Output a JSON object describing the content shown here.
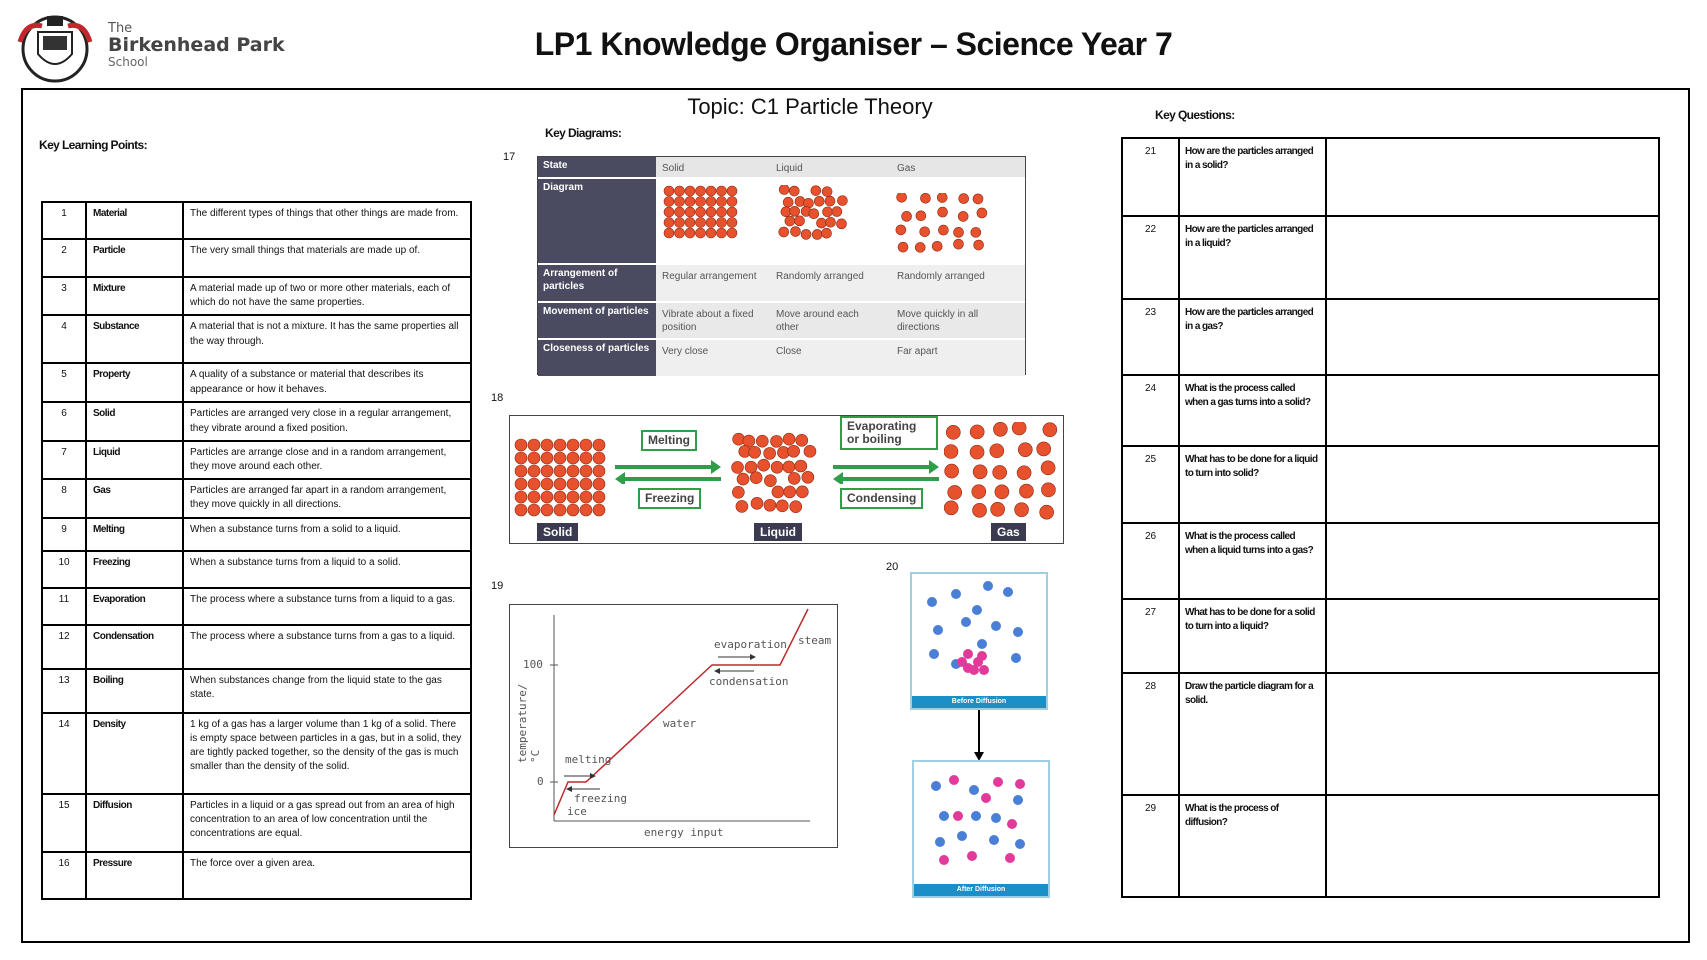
{
  "school": {
    "line1": "The",
    "line2": "Birkenhead Park",
    "line3": "School"
  },
  "page_title": "LP1 Knowledge Organiser – Science Year 7",
  "topic": "Topic: C1 Particle Theory",
  "key_learning": {
    "heading": "Key Learning Points:",
    "rows": [
      {
        "n": "1",
        "term": "Material",
        "def": "The different types of things that other things are made from."
      },
      {
        "n": "2",
        "term": "Particle",
        "def": "The very small things that materials are made up of."
      },
      {
        "n": "3",
        "term": "Mixture",
        "def": "A material made up of two or more other materials, each of which do not have the same properties."
      },
      {
        "n": "4",
        "term": "Substance",
        "def": "A material that is not a mixture. It has the same properties all the way through."
      },
      {
        "n": "5",
        "term": "Property",
        "def": "A quality of a substance or material that describes its appearance or how it behaves."
      },
      {
        "n": "6",
        "term": "Solid",
        "def": "Particles are arranged very close in a regular arrangement, they vibrate around a fixed position."
      },
      {
        "n": "7",
        "term": "Liquid",
        "def": "Particles are arrange close and in a random arrangement, they move around each other."
      },
      {
        "n": "8",
        "term": "Gas",
        "def": "Particles are arranged far apart in a random arrangement, they move quickly in all directions."
      },
      {
        "n": "9",
        "term": "Melting",
        "def": "When a substance turns from a solid to a liquid."
      },
      {
        "n": "10",
        "term": "Freezing",
        "def": "When a substance turns from a liquid to a solid."
      },
      {
        "n": "11",
        "term": "Evaporation",
        "def": "The process where a substance turns from a liquid to a gas."
      },
      {
        "n": "12",
        "term": "Condensation",
        "def": "The process where a substance turns from a gas to a liquid."
      },
      {
        "n": "13",
        "term": "Boiling",
        "def": "When substances change from the liquid state to the gas state."
      },
      {
        "n": "14",
        "term": "Density",
        "def": "1 kg of a gas has a larger volume than 1 kg of a solid. There is empty space between particles in a gas, but in a solid, they are tightly packed together, so the density of the gas is much smaller than the density of the solid."
      },
      {
        "n": "15",
        "term": "Diffusion",
        "def": "Particles in a liquid or a gas spread out from an area of high concentration to an area of low concentration until the concentrations are equal."
      },
      {
        "n": "16",
        "term": "Pressure",
        "def": "The force over a given area."
      }
    ]
  },
  "diagrams": {
    "heading": "Key Diagrams:",
    "d17": {
      "num": "17",
      "headers": [
        "State",
        "Solid",
        "Liquid",
        "Gas"
      ],
      "diagram_label": "Diagram",
      "rows": [
        {
          "label": "Arrangement of particles",
          "solid": "Regular arrangement",
          "liquid": "Randomly arranged",
          "gas": "Randomly arranged"
        },
        {
          "label": "Movement of particles",
          "solid": "Vibrate about a fixed position",
          "liquid": "Move around each other",
          "gas": "Move quickly in all directions"
        },
        {
          "label": "Closeness of particles",
          "solid": "Very close",
          "liquid": "Close",
          "gas": "Far apart"
        }
      ]
    },
    "d18": {
      "num": "18",
      "melting": "Melting",
      "freezing": "Freezing",
      "evaporating": "Evaporating or boiling",
      "condensing": "Condensing",
      "solid": "Solid",
      "liquid": "Liquid",
      "gas": "Gas"
    },
    "d19": {
      "num": "19",
      "ylabel": "temperature/°C",
      "xlabel": "energy input",
      "tick_100": "100",
      "tick_0": "0",
      "labels": {
        "evaporation": "evaporation",
        "steam": "steam",
        "condensation": "condensation",
        "water": "water",
        "melting": "melting",
        "freezing": "freezing",
        "ice": "ice"
      }
    },
    "d20": {
      "num": "20",
      "before": "Before Diffusion",
      "after": "After Diffusion"
    }
  },
  "key_questions": {
    "heading": "Key Questions:",
    "rows": [
      {
        "n": "21",
        "q": "How are the particles arranged in a solid?"
      },
      {
        "n": "22",
        "q": "How are the particles arranged in a liquid?"
      },
      {
        "n": "23",
        "q": "How are the particles arranged in a gas?"
      },
      {
        "n": "24",
        "q": "What is the process called when a gas turns into a solid?"
      },
      {
        "n": "25",
        "q": "What has to be done for a liquid to turn into solid?"
      },
      {
        "n": "26",
        "q": "What is the process called when a liquid turns into a gas?"
      },
      {
        "n": "27",
        "q": "What has to be done for a solid to turn into a liquid?"
      },
      {
        "n": "28",
        "q": "Draw the particle diagram for a solid."
      },
      {
        "n": "29",
        "q": "What is the process of diffusion?"
      }
    ]
  },
  "colors": {
    "particle": "#e8512d",
    "blue_particle": "#4a7fd6",
    "pink_particle": "#e23a9a",
    "label_dark": "#4a4a60",
    "green_border": "#2e9e49"
  }
}
